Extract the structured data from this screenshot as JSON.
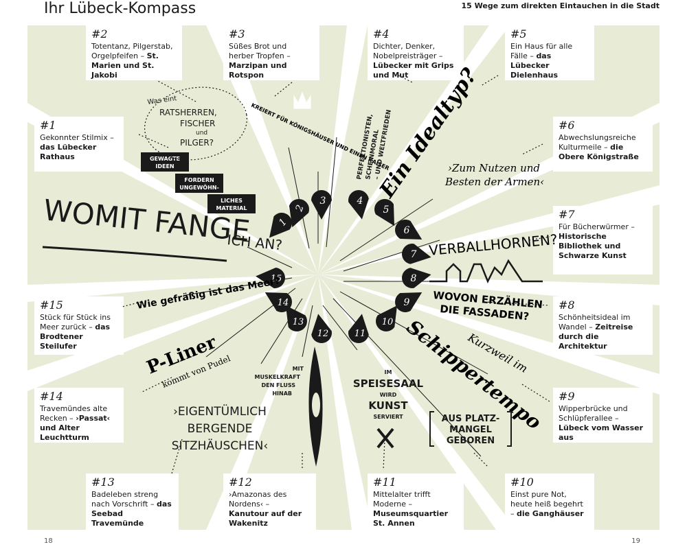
{
  "header": {
    "title": "Ihr Lübeck-Kompass",
    "subtitle": "15 Wege zum direkten Eintauchen in die Stadt"
  },
  "pages": {
    "left": "18",
    "right": "19"
  },
  "colors": {
    "background": "#e8ecd6",
    "ink": "#1a1a1a"
  },
  "cards": [
    {
      "num": "#1",
      "text": "Gekonnter Stilmix –",
      "bold": "das Lübecker Rathaus"
    },
    {
      "num": "#2",
      "text": "Totentanz, Pilgerstab, Orgelpfeifen –",
      "bold": "St. Marien und St. Jakobi"
    },
    {
      "num": "#3",
      "text": "Süßes Brot und herber Tropfen –",
      "bold": "Marzipan und Rotspon"
    },
    {
      "num": "#4",
      "text": "Dichter, Denker, Nobelpreisträger –",
      "bold": "Lübecker mit Grips und Mut"
    },
    {
      "num": "#5",
      "text": "Ein Haus für alle Fälle –",
      "bold": "das Lübecker Dielenhaus"
    },
    {
      "num": "#6",
      "text": "Abwechslungsreiche Kulturmeile –",
      "bold": "die Obere Königstraße"
    },
    {
      "num": "#7",
      "text": "Für Bücherwürmer –",
      "bold": "Historische Bibliothek und Schwarze Kunst"
    },
    {
      "num": "#8",
      "text": "Schönheitsideal im Wandel –",
      "bold": "Zeitreise durch die Architektur"
    },
    {
      "num": "#9",
      "text": "Wipperbrücke und Schlüpferallee –",
      "bold": "Lübeck vom Wasser aus"
    },
    {
      "num": "#10",
      "text": "Einst pure Not, heute heiß begehrt –",
      "bold": "die Ganghäuser"
    },
    {
      "num": "#11",
      "text": "Mittelalter trifft Moderne –",
      "bold": "Museumsquartier St. Annen"
    },
    {
      "num": "#12",
      "text": "›Amazonas des Nordens‹ –",
      "bold": "Kanutour auf der Wakenitz"
    },
    {
      "num": "#13",
      "text": "Badeleben streng nach Vorschrift –",
      "bold": "das Seebad Travemünde"
    },
    {
      "num": "#14",
      "text": "Travemündes alte Recken –",
      "bold": "›Passat‹ und Alter Leuchtturm"
    },
    {
      "num": "#15",
      "text": "Stück für Stück ins Meer zurück –",
      "bold": "das Brodtener Steilufer"
    }
  ],
  "drops": [
    "1",
    "2",
    "3",
    "4",
    "5",
    "6",
    "7",
    "8",
    "9",
    "10",
    "11",
    "12",
    "13",
    "14",
    "15"
  ],
  "art": {
    "womit_1": "WOMIT FANGE",
    "womit_2": "ICH AN?",
    "ratsherren_1": "Was eint",
    "ratsherren_2": "RATSHERREN,",
    "ratsherren_3": "FISCHER",
    "ratsherren_4": "und",
    "ratsherren_5": "PILGER?",
    "kaiser": "KREIERT FÜR KÖNIGSHÄUSER UND EINEN KAISER",
    "perfekt_1": "PERFEKTIONISTEN,",
    "perfekt_2": "SCHEINMORAL",
    "perfekt_3": "– UND WELTFRIEDEN",
    "idealtyp": "Ein Idealtyp?",
    "nutzen_1": "›Zum Nutzen und",
    "nutzen_2": "Besten der Armen‹",
    "verballhornen": "VERBALLHORNEN?",
    "wovon_1": "WOVON ERZÄHLEN",
    "wovon_2": "DIE FASSADEN?",
    "kurzweil": "Kurzweil im",
    "schipper": "Schippertempo",
    "platz_1": "AUS PLATZ-",
    "platz_2": "MANGEL",
    "platz_3": "GEBOREN",
    "speise_1": "IM",
    "speise_2": "SPEISESAAL",
    "speise_3": "WIRD",
    "speise_4": "KUNST",
    "speise_5": "SERVIERT",
    "muskel_1": "MIT",
    "muskel_2": "MUSKELKRAFT",
    "muskel_3": "DEN FLUSS",
    "muskel_4": "HINAB",
    "sitz_1": "›EIGENTÜMLICH",
    "sitz_2": "BERGENDE",
    "sitz_3": "SITZHÄUSCHEN‹",
    "pliner_1": "P-Liner",
    "pliner_2": "kommt von Pudel",
    "meer": "Wie gefräßig ist das Meer?",
    "tag_1a": "GEWAGTE",
    "tag_1b": "IDEEN",
    "tag_2a": "FORDERN",
    "tag_2b": "UNGEWÖHN-",
    "tag_3a": "LICHES",
    "tag_3b": "MATERIAL"
  }
}
